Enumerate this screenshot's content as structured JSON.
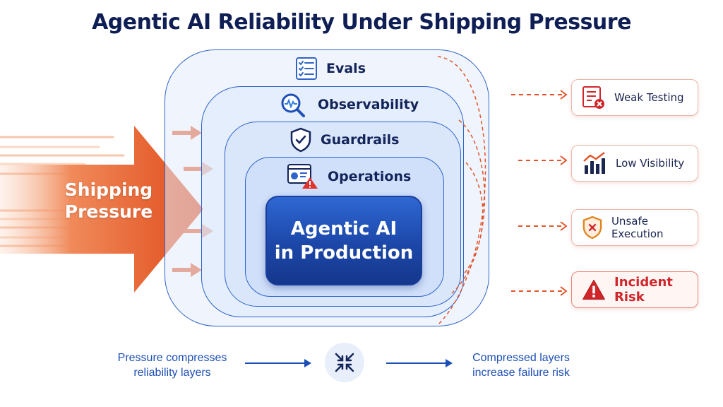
{
  "title": "Agentic AI Reliability Under Shipping Pressure",
  "pressure": {
    "label_line1": "Shipping",
    "label_line2": "Pressure"
  },
  "layers": [
    {
      "label": "Evals",
      "icon": "checklist-icon"
    },
    {
      "label": "Observability",
      "icon": "magnifier-pulse-icon"
    },
    {
      "label": "Guardrails",
      "icon": "shield-check-icon"
    },
    {
      "label": "Operations",
      "icon": "dashboard-warning-icon"
    }
  ],
  "core": {
    "line1": "Agentic AI",
    "line2": "in Production"
  },
  "risks": [
    {
      "label": "Weak Testing",
      "icon": "checklist-error-icon"
    },
    {
      "label": "Low Visibility",
      "icon": "bar-chart-trend-icon"
    },
    {
      "label": "Unsafe Execution",
      "icon": "shield-x-icon"
    },
    {
      "label": "Incident Risk",
      "icon": "warning-triangle-icon"
    }
  ],
  "footer": {
    "left_line1": "Pressure  compresses",
    "left_line2": "reliability layers",
    "right_line1": "Compressed layers",
    "right_line2": "increase failure risk",
    "center_icon": "compress-arrows-icon"
  },
  "colors": {
    "navy": "#0f1f55",
    "blue": "#2f63c9",
    "core_blue": "#1c47a8",
    "pressure_orange": "#e2531f",
    "risk_red": "#d0262a",
    "link_blue": "#1c4fb5"
  }
}
